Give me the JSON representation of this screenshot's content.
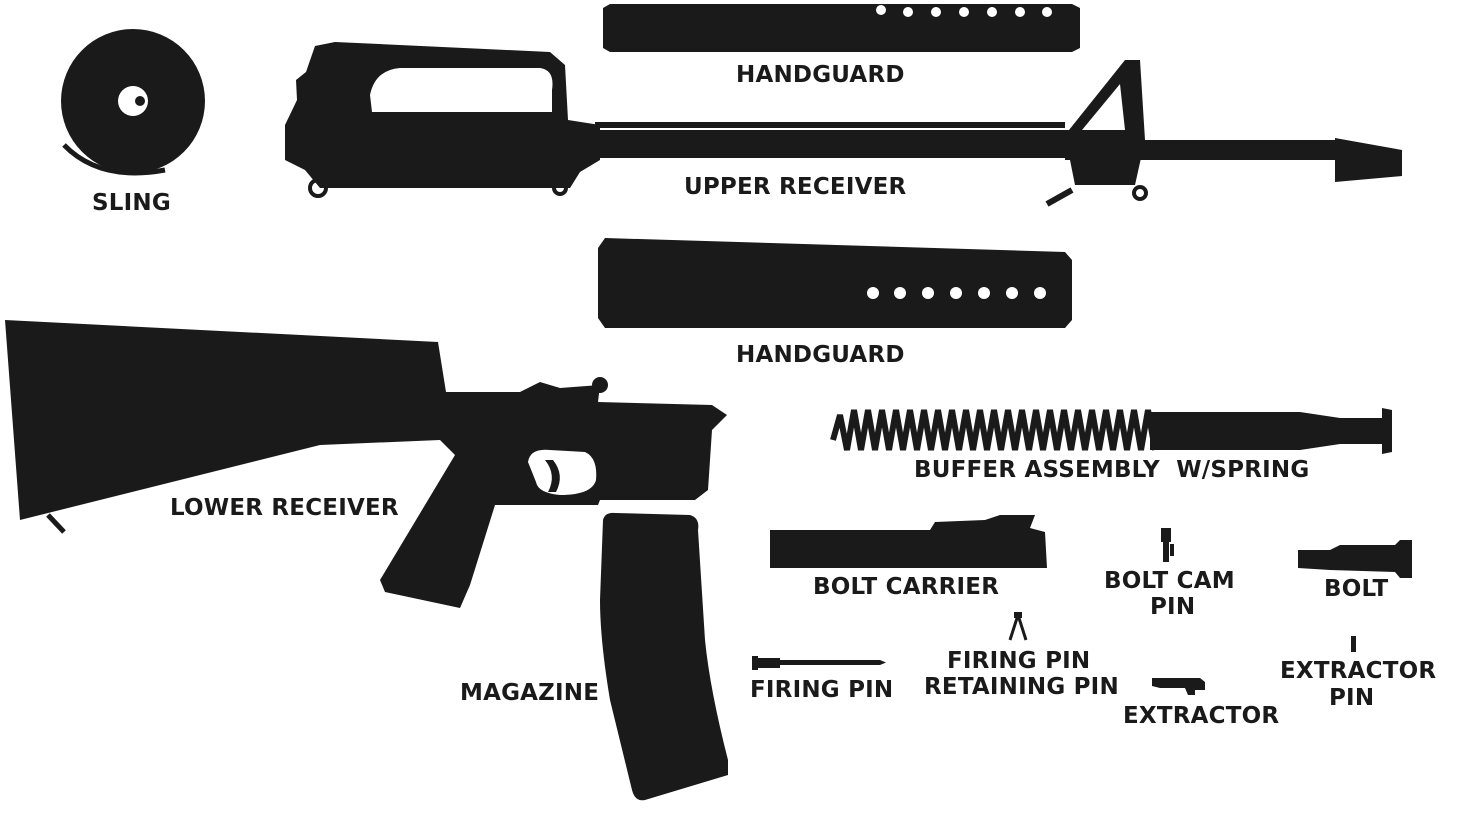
{
  "colors": {
    "ink": "#1a1a1a",
    "background": "#ffffff"
  },
  "labels": {
    "sling": "SLING",
    "handguard_top": "HANDGUARD",
    "upper_receiver": "UPPER RECEIVER",
    "handguard_bottom": "HANDGUARD",
    "lower_receiver": "LOWER RECEIVER",
    "buffer_assembly": "BUFFER ASSEMBLY  W/SPRING",
    "bolt_carrier": "BOLT CARRIER",
    "bolt_cam_pin_line1": "BOLT CAM",
    "bolt_cam_pin_line2": "PIN",
    "bolt": "BOLT",
    "magazine": "MAGAZINE",
    "firing_pin": "FIRING PIN",
    "firing_pin_retaining_line1": "FIRING PIN",
    "firing_pin_retaining_line2": "RETAINING PIN",
    "extractor": "EXTRACTOR",
    "extractor_pin_line1": "EXTRACTOR",
    "extractor_pin_line2": "PIN"
  }
}
